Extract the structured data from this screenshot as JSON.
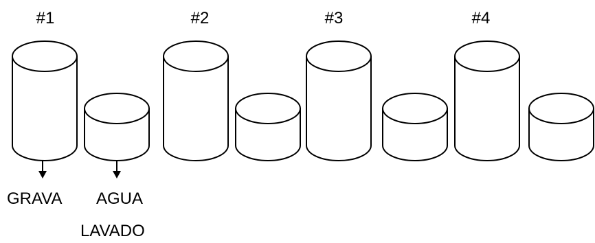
{
  "groups": [
    {
      "label": "#1"
    },
    {
      "label": "#2"
    },
    {
      "label": "#3"
    },
    {
      "label": "#4"
    }
  ],
  "outputs": {
    "gravel": "GRAVA",
    "water_line1": "AGUA",
    "water_line2": "LAVADO"
  },
  "colors": {
    "stroke": "#000000",
    "fill": "#ffffff"
  }
}
